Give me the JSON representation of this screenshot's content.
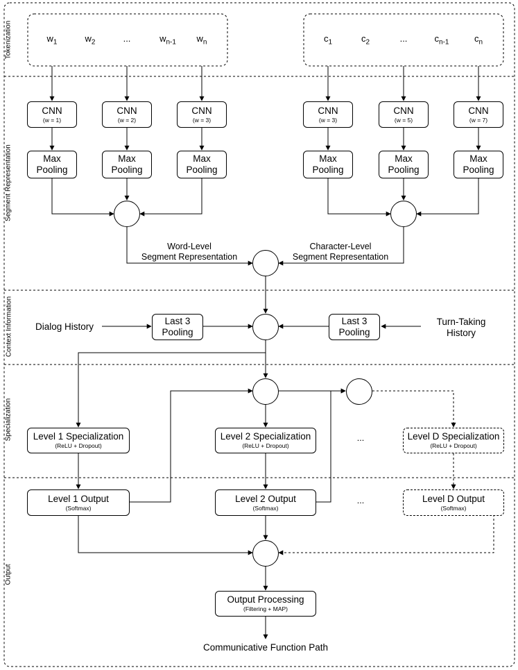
{
  "sections": {
    "tokenization": "Tokenization",
    "segment_representation": "Segment Representation",
    "context_information": "Context Information",
    "specialization": "Specialization",
    "output": "Output"
  },
  "tokens": {
    "words": [
      {
        "base": "w",
        "sub": "1"
      },
      {
        "base": "w",
        "sub": "2"
      },
      {
        "base": "...",
        "sub": ""
      },
      {
        "base": "w",
        "sub": "n-1"
      },
      {
        "base": "w",
        "sub": "n"
      }
    ],
    "chars": [
      {
        "base": "c",
        "sub": "1"
      },
      {
        "base": "c",
        "sub": "2"
      },
      {
        "base": "...",
        "sub": ""
      },
      {
        "base": "c",
        "sub": "n-1"
      },
      {
        "base": "c",
        "sub": "n"
      }
    ]
  },
  "cnn": {
    "title": "CNN",
    "word_windows": [
      "(w = 1)",
      "(w = 2)",
      "(w = 3)"
    ],
    "char_windows": [
      "(w = 3)",
      "(w = 5)",
      "(w = 7)"
    ]
  },
  "pooling": {
    "line1": "Max",
    "line2": "Pooling"
  },
  "labels": {
    "word_level_1": "Word-Level",
    "word_level_2": "Segment Representation",
    "char_level_1": "Character-Level",
    "char_level_2": "Segment Representation",
    "dialog_history": "Dialog History",
    "turn_taking_1": "Turn-Taking",
    "turn_taking_2": "History",
    "last3_line1": "Last 3",
    "last3_line2": "Pooling",
    "ellipsis": "...",
    "final": "Communicative Function Path"
  },
  "specialization": {
    "levels": [
      {
        "title": "Level 1 Specialization",
        "sub": "(ReLU + Dropout)"
      },
      {
        "title": "Level 2 Specialization",
        "sub": "(ReLU + Dropout)"
      },
      {
        "title": "Level D Specialization",
        "sub": "(ReLU + Dropout)"
      }
    ]
  },
  "outputs": {
    "levels": [
      {
        "title": "Level 1 Output",
        "sub": "(Softmax)"
      },
      {
        "title": "Level 2 Output",
        "sub": "(Softmax)"
      },
      {
        "title": "Level D Output",
        "sub": "(Softmax)"
      }
    ],
    "processing": {
      "title": "Output Processing",
      "sub": "(Filtering + MAP)"
    }
  }
}
